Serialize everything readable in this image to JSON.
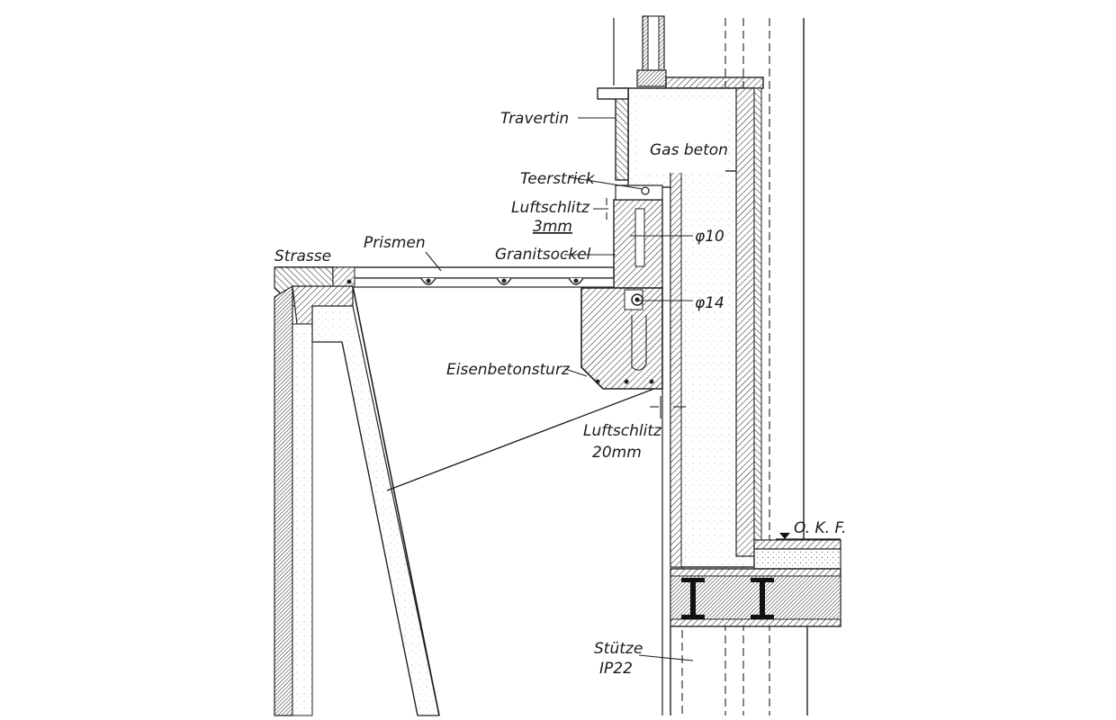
{
  "labels": {
    "travertin": "Travertin",
    "gasbeton": "Gas beton",
    "teerstrick": "Teerstrick",
    "luftschlitz_small": "Luftschlitz",
    "luftschlitz_small_dim": "3mm",
    "phi10": "φ10",
    "strasse": "Strasse",
    "prismen": "Prismen",
    "granitsockel": "Granitsockel",
    "phi14": "φ14",
    "eisenbetonsturz": "Eisenbetonsturz",
    "luftschlitz_large": "Luftschlitz",
    "luftschlitz_large_dim": "20mm",
    "okf": "O. K. F.",
    "stuetze": "Stütze",
    "stuetze_profile": "IP22"
  },
  "colors": {
    "ink": "#1f1f1f",
    "paper": "#ffffff",
    "grain": "#777777"
  }
}
